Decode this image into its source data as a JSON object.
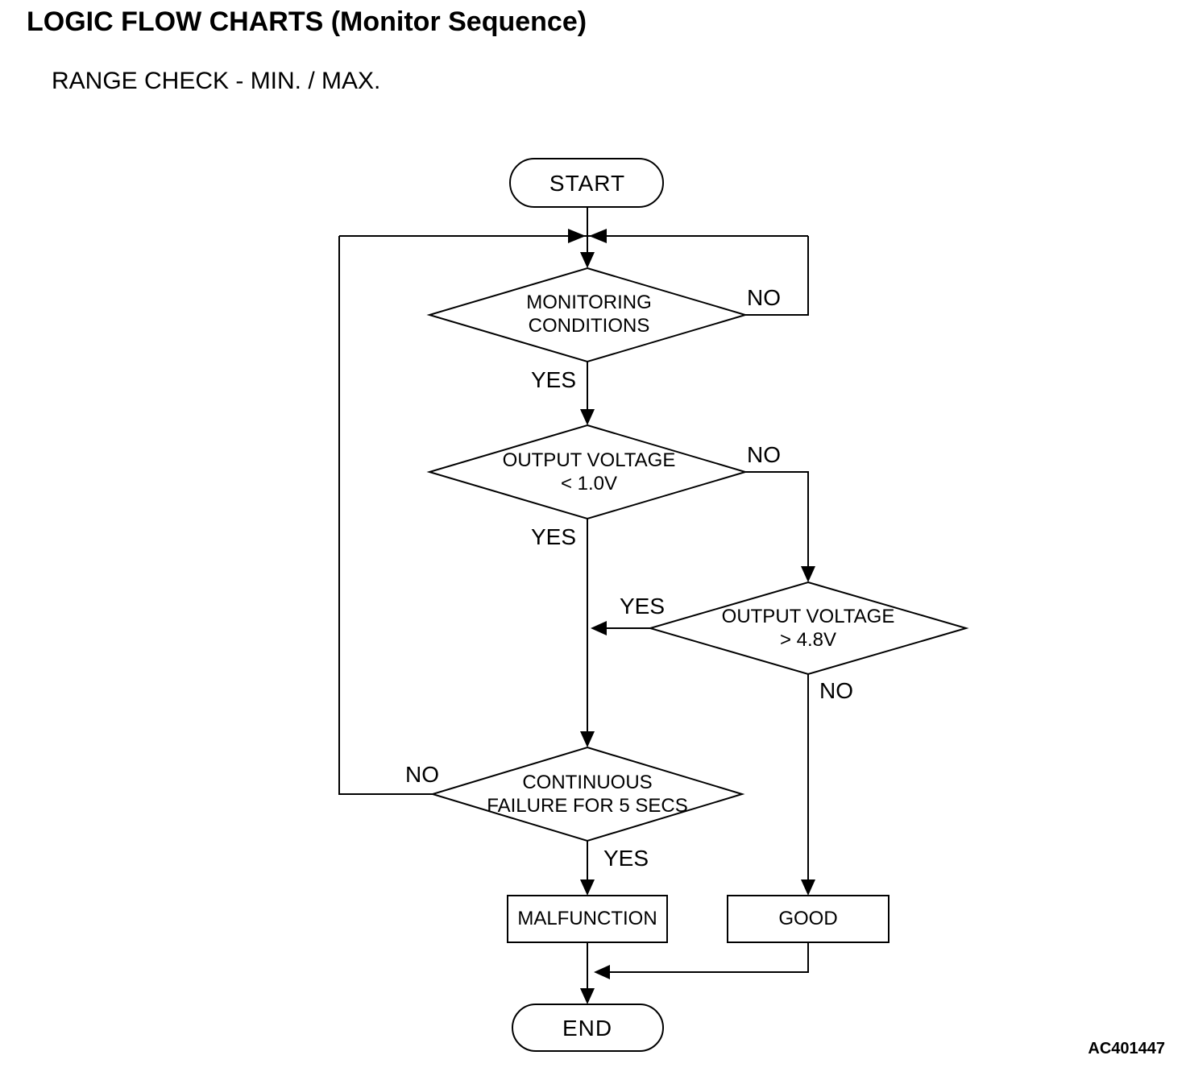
{
  "page": {
    "title": "LOGIC FLOW CHARTS (Monitor Sequence)",
    "subtitle": "RANGE CHECK - MIN. / MAX.",
    "figure_id": "AC401447"
  },
  "flowchart": {
    "nodes": {
      "start": {
        "label": "START"
      },
      "monitoring_conditions": {
        "line1": "MONITORING",
        "line2": "CONDITIONS"
      },
      "output_voltage_low": {
        "line1": "OUTPUT VOLTAGE",
        "line2": "< 1.0V"
      },
      "output_voltage_high": {
        "line1": "OUTPUT VOLTAGE",
        "line2": "> 4.8V"
      },
      "continuous_failure": {
        "line1": "CONTINUOUS",
        "line2": "FAILURE FOR 5 SECS"
      },
      "malfunction": {
        "label": "MALFUNCTION"
      },
      "good": {
        "label": "GOOD"
      },
      "end": {
        "label": "END"
      }
    },
    "edge_labels": {
      "monitoring_no": "NO",
      "monitoring_yes": "YES",
      "voltage_low_no": "NO",
      "voltage_low_yes": "YES",
      "voltage_high_yes": "YES",
      "voltage_high_no": "NO",
      "continuous_no": "NO",
      "continuous_yes": "YES"
    },
    "colors": {
      "line": "#000000",
      "background": "#ffffff",
      "text": "#000000"
    }
  }
}
